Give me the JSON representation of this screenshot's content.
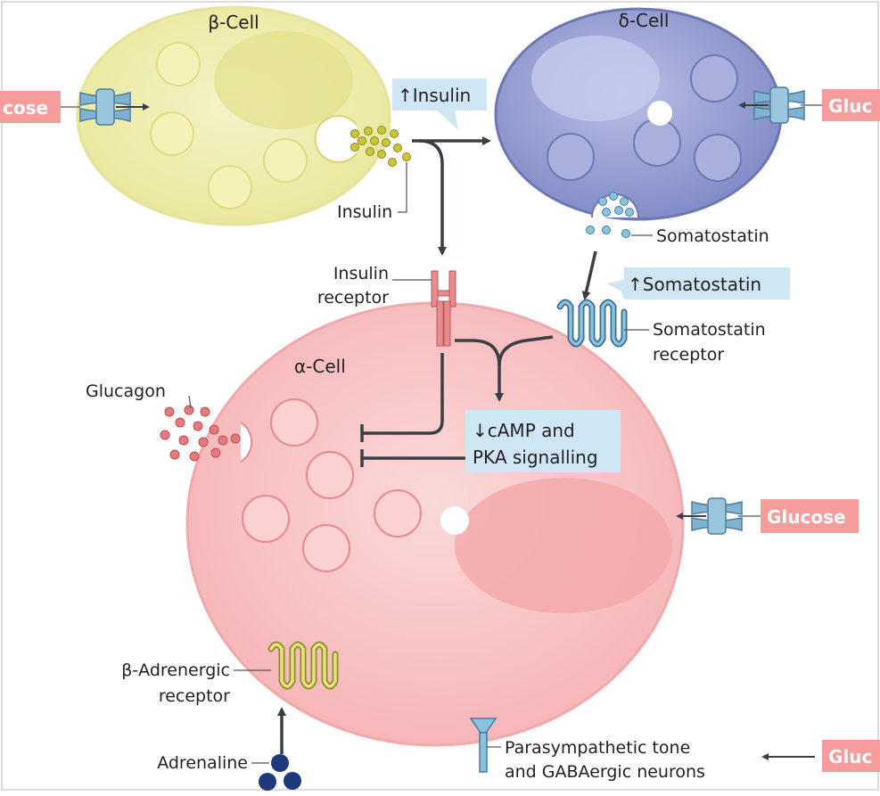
{
  "cells": {
    "beta": "β-Cell",
    "delta": "δ-Cell",
    "alpha": "α-Cell"
  },
  "labels": {
    "insulin": "Insulin",
    "insulin_receptor_line1": "Insulin",
    "insulin_receptor_line2": "receptor",
    "somatostatin": "Somatostatin",
    "somatostatin_receptor_line1": "Somatostatin",
    "somatostatin_receptor_line2": "receptor",
    "glucagon": "Glucagon",
    "camp_line1": "↓cAMP and",
    "camp_line2": "PKA signalling",
    "beta_adrenergic_line1": "β-Adrenergic",
    "beta_adrenergic_line2": "receptor",
    "adrenaline": "Adrenaline",
    "parasympathetic_line1": "Parasympathetic tone",
    "parasympathetic_line2": "and GABAergic neurons"
  },
  "callouts": {
    "up_insulin": "↑Insulin",
    "up_somatostatin": "↑Somatostatin"
  },
  "glucose_tags": {
    "left": "cose",
    "right_top": "Gluc",
    "right_middle": "Glucose",
    "right_bottom": "Gluc"
  },
  "colors": {
    "glucose_tag": "#f59d9c",
    "callout": "#cfe6f5",
    "beta_cell": "#f0efb3",
    "delta_cell": "#8f98d0",
    "alpha_cell": "#f7c2c3",
    "arrow": "#3a3f45",
    "transporter": "#7fb3d1"
  }
}
